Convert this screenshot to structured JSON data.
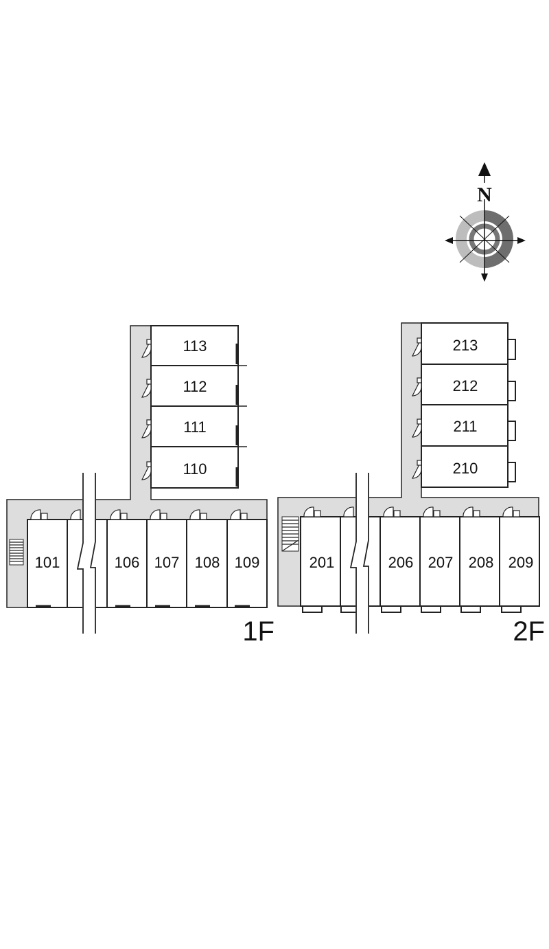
{
  "compass": {
    "north_label": "N"
  },
  "floor1": {
    "label": "1F",
    "rooms_north_wing": [
      "113",
      "112",
      "111",
      "110"
    ],
    "rooms_main": [
      "101",
      "106",
      "107",
      "108",
      "109"
    ]
  },
  "floor2": {
    "label": "2F",
    "rooms_north_wing": [
      "213",
      "212",
      "211",
      "210"
    ],
    "rooms_main": [
      "201",
      "206",
      "207",
      "208",
      "209"
    ]
  },
  "colors": {
    "corridor": "#dddddd",
    "wall": "#222222",
    "compass_dark": "#6e6e6e",
    "compass_light": "#bdbdbd"
  }
}
